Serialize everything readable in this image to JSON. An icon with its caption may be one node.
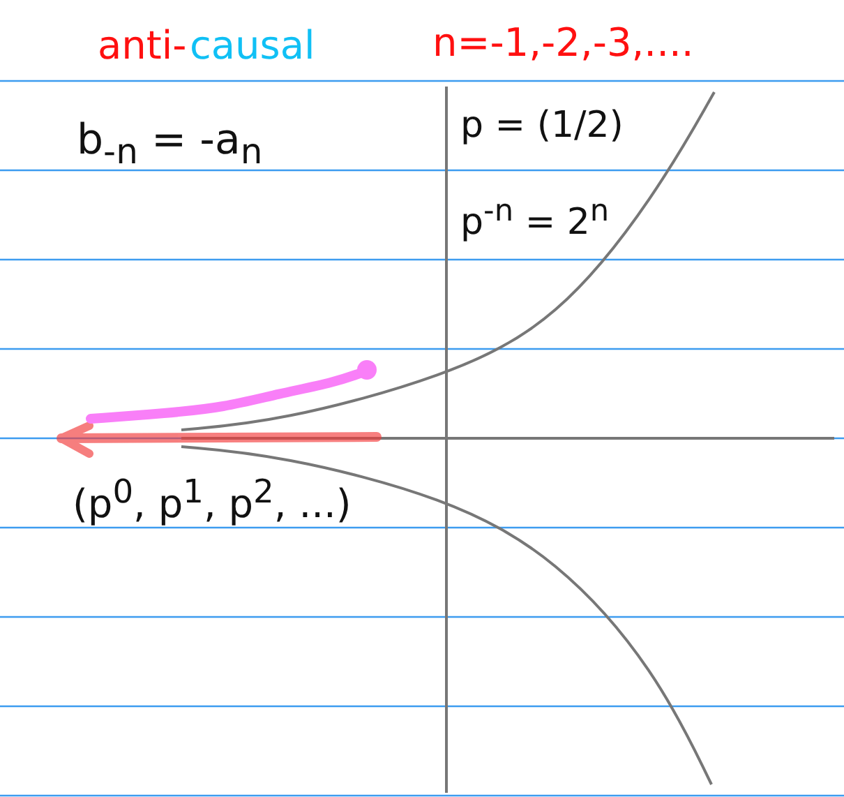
{
  "diagram": {
    "labels": [
      "anti-",
      "causal",
      "n=-1,-2,-3,....",
      "b$_{-n}$ = -a$_{n}$",
      "p = (1/2)",
      "p$^{-n}$ = 2$^{n}$",
      "(p$^{0}$, p$^{1}$, p$^{2}$, ...)"
    ]
  }
}
